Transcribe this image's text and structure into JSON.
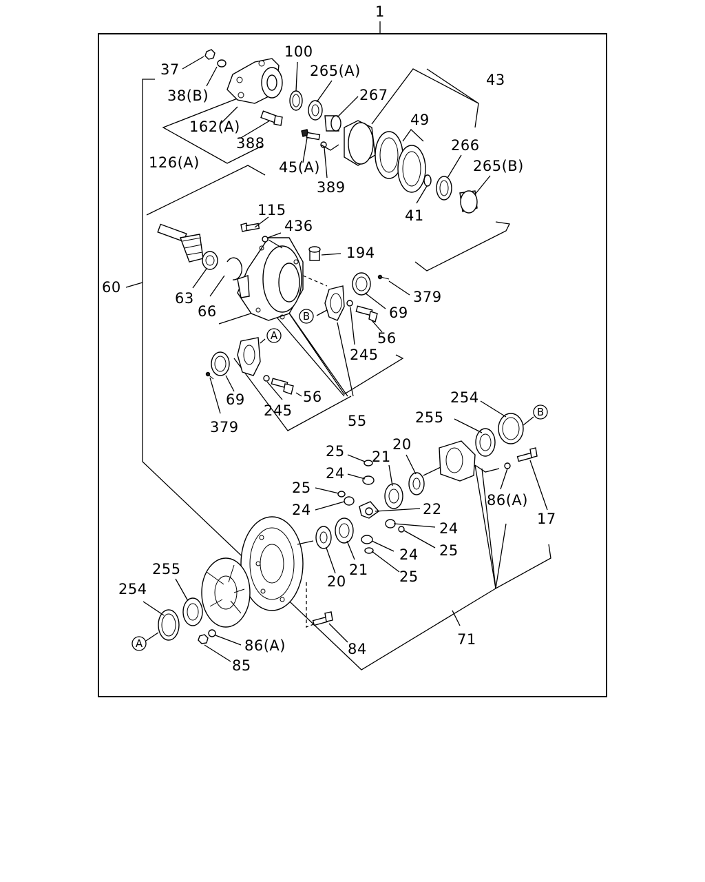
{
  "labels": {
    "l1": "1",
    "l37": "37",
    "l38b": "38(B)",
    "l100": "100",
    "l265a": "265(A)",
    "l267": "267",
    "l43": "43",
    "l162a": "162(A)",
    "l388": "388",
    "l126a": "126(A)",
    "l49": "49",
    "l266": "266",
    "l265b": "265(B)",
    "l45a": "45(A)",
    "l389": "389",
    "l41": "41",
    "l115": "115",
    "l436": "436",
    "l194": "194",
    "l60": "60",
    "l63": "63",
    "l66": "66",
    "l379a": "379",
    "l69a": "69",
    "l56a": "56",
    "l245a": "245",
    "l69b": "69",
    "l56b": "56",
    "l379b": "379",
    "l245b": "245",
    "l55": "55",
    "l254a": "254",
    "l255a": "255",
    "l20a": "20",
    "l21a": "21",
    "l25a": "25",
    "l24a": "24",
    "l25b": "25",
    "l24b": "24",
    "l22": "22",
    "l86a": "86(A)",
    "l17": "17",
    "l24c": "24",
    "l25c": "25",
    "l24d": "24",
    "l25d": "25",
    "l21b": "21",
    "l20b": "20",
    "l255b": "255",
    "l254b": "254",
    "l86b": "86(A)",
    "l84": "84",
    "l85": "85",
    "l71": "71"
  },
  "refs": {
    "a": "A",
    "b": "B"
  }
}
